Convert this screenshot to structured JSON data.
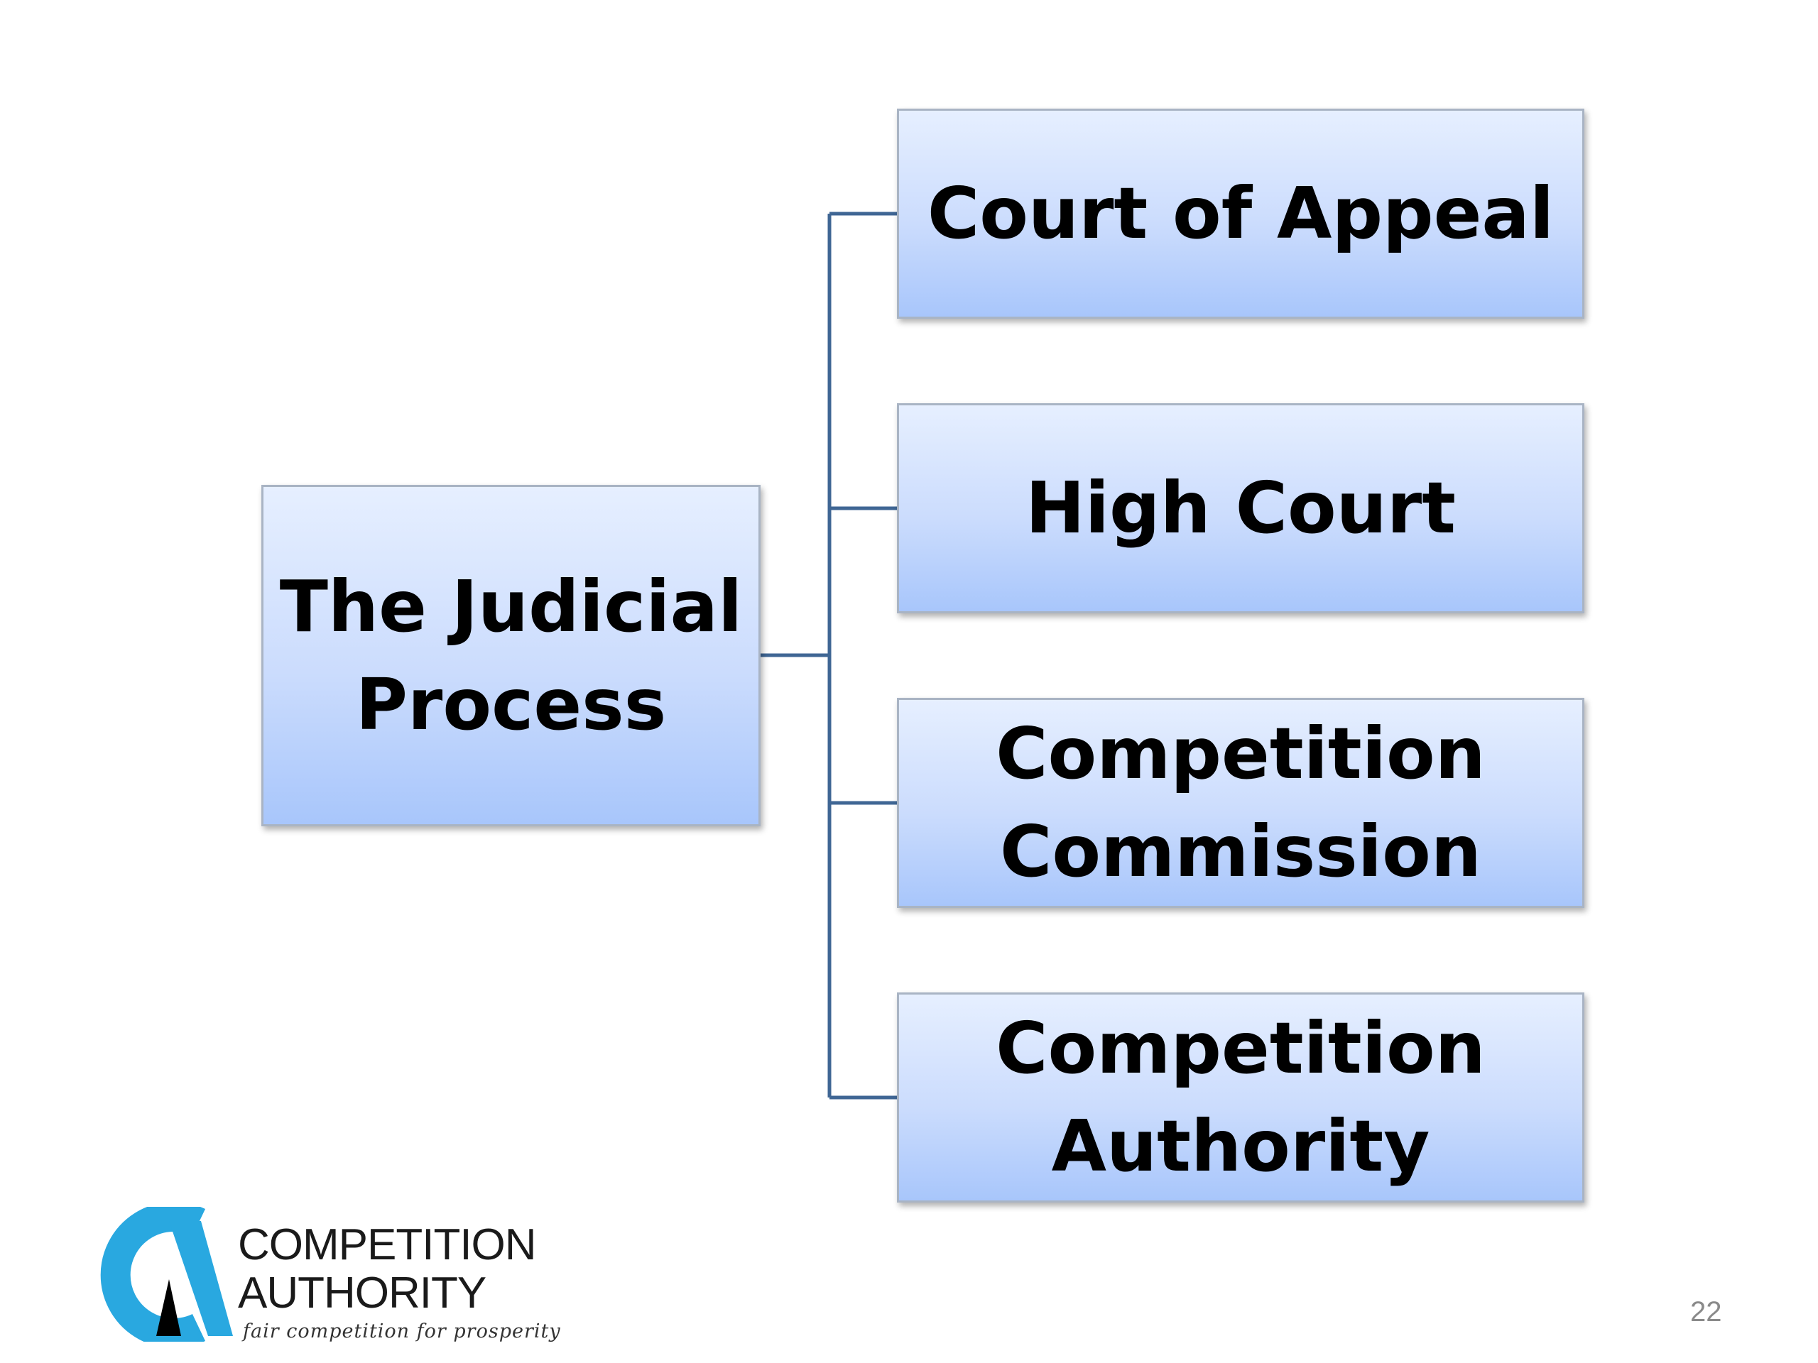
{
  "diagram": {
    "root": {
      "label": "The Judicial\nProcess"
    },
    "children": [
      {
        "label": "Court of Appeal"
      },
      {
        "label": "High Court"
      },
      {
        "label": "Competition\nCommission"
      },
      {
        "label": "Competition\nAuthority"
      }
    ]
  },
  "logo": {
    "line1": "COMPETITION",
    "line2": "AUTHORITY",
    "tagline": "fair competition for prosperity"
  },
  "page_number": "22",
  "colors": {
    "node_fill_top": "#e6efff",
    "node_fill_bottom": "#a8c6fb",
    "connector": "#3f6694",
    "logo_blue": "#29a8e0"
  }
}
